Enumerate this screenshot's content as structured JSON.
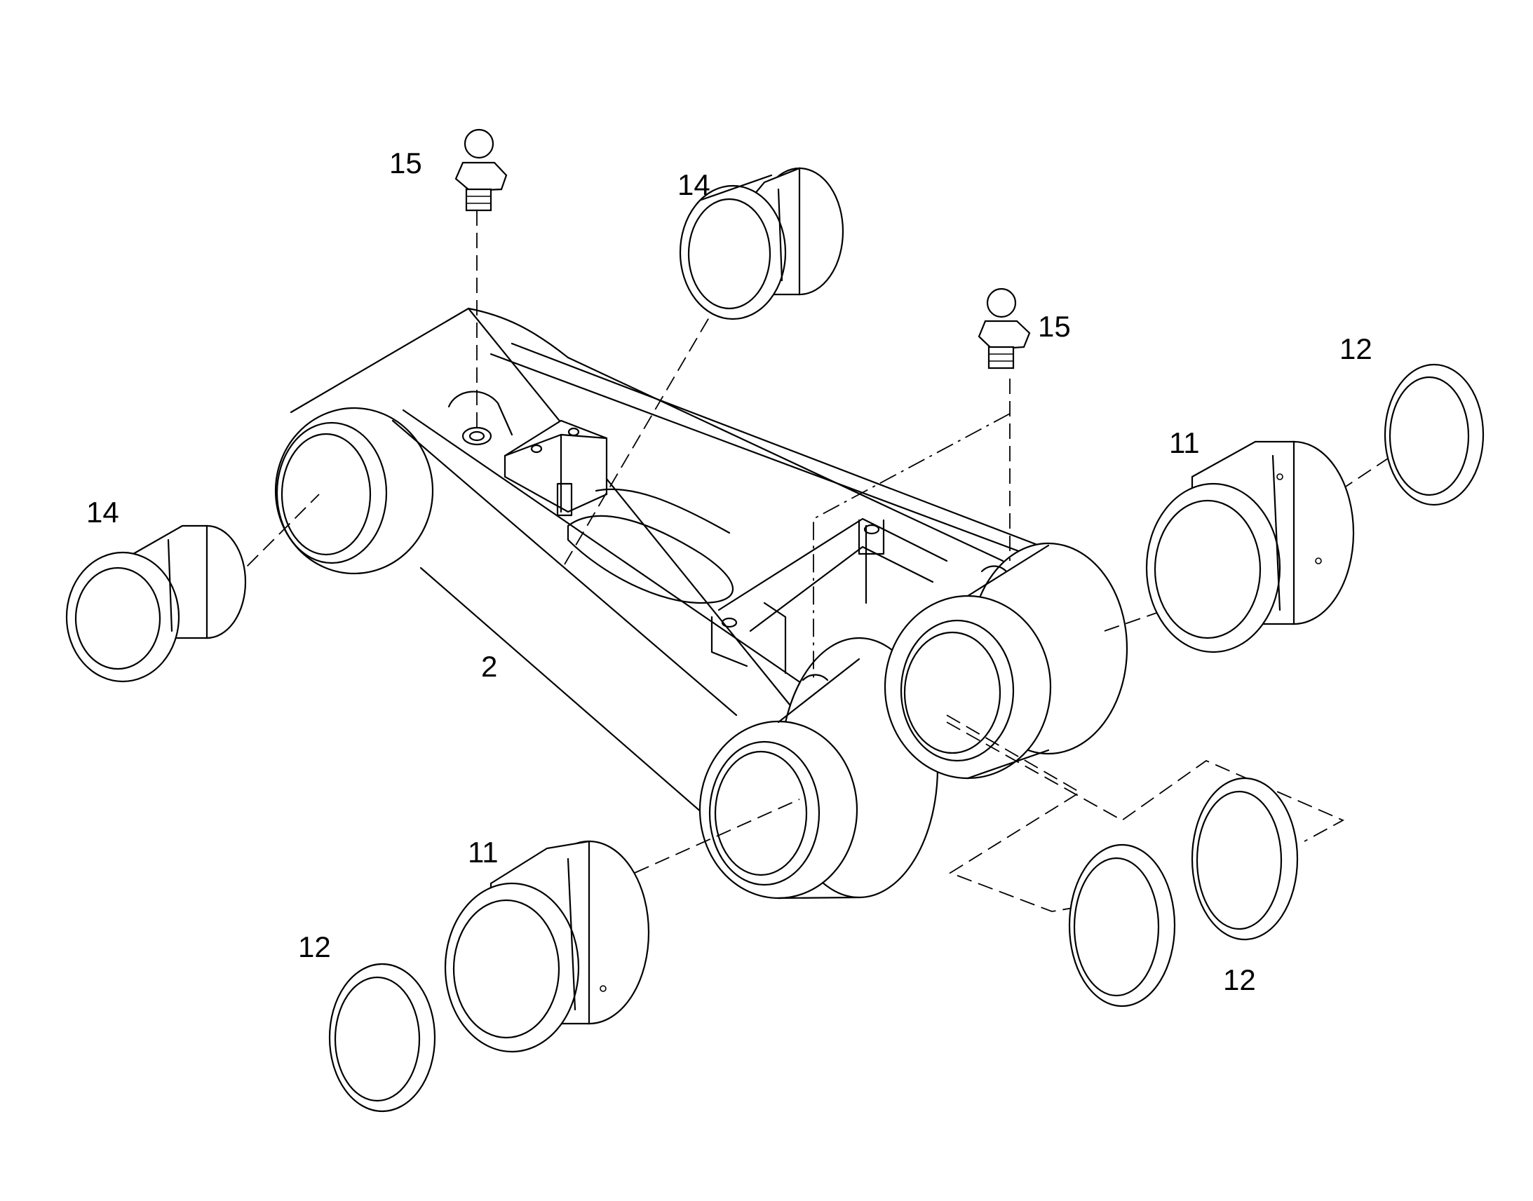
{
  "callouts": {
    "part_2": "2",
    "part_11": "11",
    "part_12": "12",
    "part_14": "14",
    "part_15": "15"
  },
  "line_color": "#000000",
  "background_color": "#ffffff"
}
